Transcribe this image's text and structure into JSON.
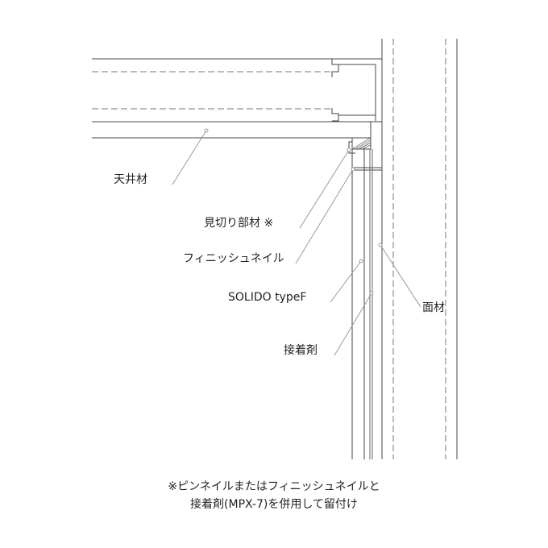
{
  "labels": {
    "ceiling": "天井材",
    "trim": "見切り部材 ※",
    "finish_nail": "フィニッシュネイル",
    "solido": "SOLIDO typeF",
    "adhesive": "接着剤",
    "face": "面材"
  },
  "note": {
    "line1": "※ピンネイルまたはフィニッシュネイルと",
    "line2": "接着剤(MPX-7)を併用して留付け"
  },
  "colors": {
    "line": "#444444",
    "leader": "#9a9a9a",
    "hatch": "#777777",
    "text": "#222222"
  }
}
